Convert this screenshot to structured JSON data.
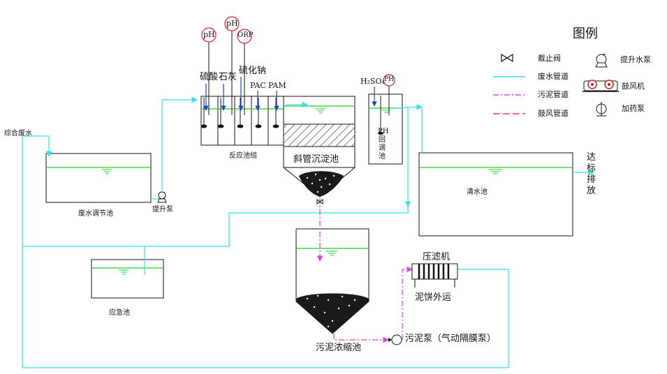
{
  "legend": {
    "title": "图例",
    "valve": "截止阀",
    "wastewater_pipe": "废水管道",
    "sludge_pipe": "污泥管道",
    "air_pipe": "鼓风管道",
    "lift_pump": "提升水泵",
    "blower": "鼓风机",
    "dosing_pump": "加药泵"
  },
  "inputs": {
    "mixed_wastewater": "综合废水",
    "h2so4": "H₂SO₄"
  },
  "reagents": {
    "sulfuric_acid": "硫酸",
    "lime": "石灰",
    "sodium_sulfide": "硫化钠",
    "pac": "PAC",
    "pam": "PAM"
  },
  "sensors": {
    "ph1": "pH",
    "ph2": "pH",
    "orp": "ORP",
    "ph3": "PH"
  },
  "units": {
    "equalization_tank": "废水调节池",
    "lift_pump": "提升泵",
    "reaction_group": "反应池组",
    "inclined_settler": "斜管沉淀池",
    "ph_adjust": "PH回调池",
    "clear_water": "清水池",
    "discharge": "达标排放",
    "emergency_tank": "应急池",
    "sludge_thickener": "污泥浓缩池",
    "filter_press": "压滤机",
    "cake_out": "泥饼外运",
    "sludge_pump": "污泥泵（气动隔膜泵）"
  },
  "colors": {
    "wastewater_pipe": "#33e0ee",
    "sludge_pipe": "#e040e0",
    "air_pipe": "#ff3344",
    "water_surface": "#22cc22",
    "sensor": "#dd2222",
    "dosing_line": "#1a3fd6"
  }
}
